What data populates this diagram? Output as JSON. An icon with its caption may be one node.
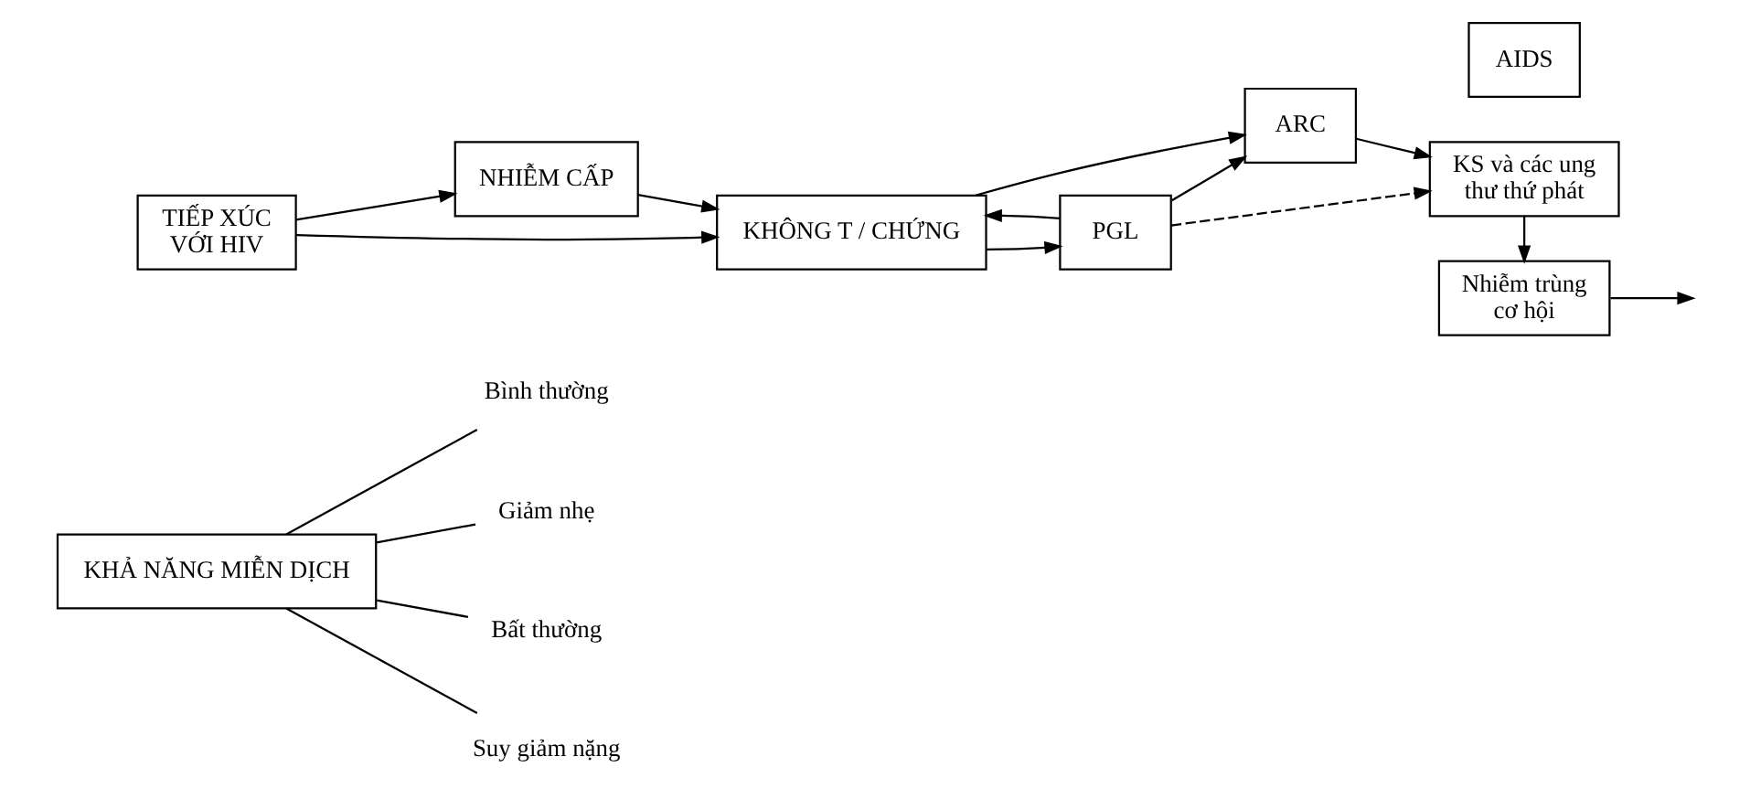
{
  "diagram": {
    "nodes": [
      {
        "text": [
          "KHẢ NĂNG MIỄN DỊCH"
        ]
      },
      {
        "text": [
          "Bình thường"
        ]
      },
      {
        "text": [
          "Giảm nhẹ"
        ]
      },
      {
        "text": [
          "Bất thường"
        ]
      },
      {
        "text": [
          "Suy giảm nặng"
        ]
      },
      {
        "text": [
          "NHIỄM CẤP"
        ]
      },
      {
        "text": [
          "TIẾP XÚC VỚI HIV"
        ]
      },
      {
        "text": [
          "KHÔNG T / CHỨNG"
        ]
      },
      {
        "text": [
          "PGL"
        ]
      },
      {
        "text": [
          "ARC"
        ]
      },
      {
        "text": [
          "KS và các ung thư thứ phát"
        ]
      },
      {
        "text": [
          "Nhiễm trùng cơ hội"
        ]
      },
      {
        "text": [
          "AIDS"
        ]
      }
    ],
    "edges": [
      {
        "from": 0,
        "to": 1,
        "arrow": "none"
      },
      {
        "from": 0,
        "to": 2,
        "arrow": "none"
      },
      {
        "from": 0,
        "to": 3,
        "arrow": "none"
      },
      {
        "from": 0,
        "to": 4,
        "arrow": "none"
      },
      {
        "from": 6,
        "to": 5,
        "arrow": "to"
      },
      {
        "from": 5,
        "to": 7,
        "arrow": "to"
      },
      {
        "from": 6,
        "to": 7,
        "arrow": "to"
      },
      {
        "from": 8,
        "to": 7,
        "arrow": "to"
      },
      {
        "from": 7,
        "to": 8,
        "arrow": "to"
      },
      {
        "from": 7,
        "to": 9,
        "arrow": "to"
      },
      {
        "from": 8,
        "to": 9,
        "arrow": "to"
      },
      {
        "from": 8,
        "to": 10,
        "arrow": "to",
        "style": "dashed"
      },
      {
        "from": 9,
        "to": 10,
        "arrow": "to"
      },
      {
        "from": 10,
        "to": 11,
        "arrow": "to"
      },
      {
        "from": 11,
        "to": null,
        "arrow": "to"
      }
    ]
  }
}
